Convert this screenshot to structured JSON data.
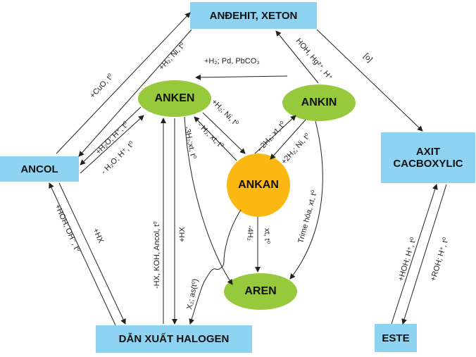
{
  "nodes": {
    "andehit_xeton": "ANĐEHIT, XETON",
    "ancol": "ANCOL",
    "anken": "ANKEN",
    "ankin": "ANKIN",
    "ankan": "ANKAN",
    "aren": "AREN",
    "axit_line1": "AXIT",
    "axit_line2": "CACBOXYLIC",
    "dan_xuat_halogen": "DẪN XUẤT HALOGEN",
    "este": "ESTE"
  },
  "edges": {
    "ancol_to_andehit": "+CuO, t⁰",
    "andehit_to_ancol": "+H₂; Ni, t⁰",
    "ankin_to_anken_pd": "+H₂; Pd, PbCO₃",
    "ankin_to_andehit": "HOH, Hg²⁺, H⁺",
    "andehit_to_axit": "[o]",
    "anken_to_ancol": "+H₂O; H⁺, t⁰",
    "ancol_to_anken": "- H₂O; H⁺, t⁰",
    "anken_to_ankan": "+H₂; Ni, t⁰",
    "ankan_to_anken": "- H₂; xt, t⁰",
    "ankan_to_ankin": "- 2H₂; xt, t⁰",
    "ankin_to_ankan": "+2H₂; Ni, t⁰",
    "ankin_to_aren": "Trime hóa, xt, t⁰",
    "ankan_to_aren": "xt, t⁰",
    "ankan_to_aren_h2": "-4H₂",
    "anken_to_aren": "-3H₂;xt, t⁰",
    "dx_to_anken": "-HX, KOH, Ancol, t⁰",
    "anken_to_dx": "+HX",
    "ankan_to_dx": "X₂; as(t⁰)",
    "ancol_to_dx": "+HX",
    "dx_to_ancol": "+HOH; OH⁻, t⁰",
    "este_to_axit": "+HOH; H⁺, t⁰",
    "axit_to_este": "+ROH; H⁺, t⁰"
  },
  "colors": {
    "box": "#8fd3f2",
    "ellipse": "#97c93d",
    "circle": "#fbb813",
    "line": "#222222"
  }
}
